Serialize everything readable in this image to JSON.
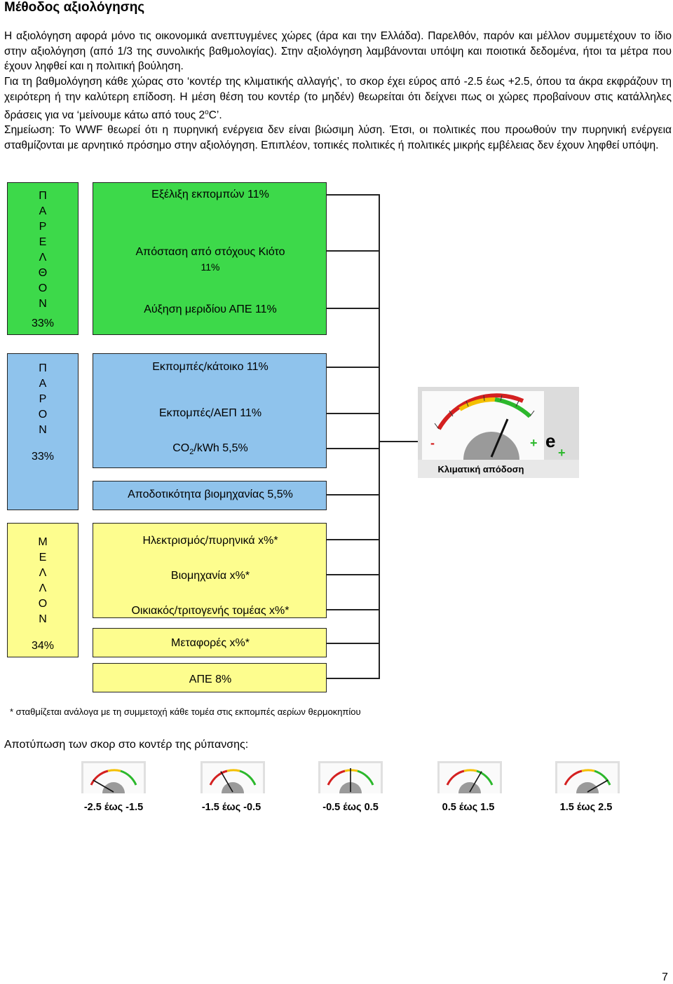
{
  "title": "Μέθοδος αξιολόγησης",
  "paragraphs": [
    "Η αξιολόγηση αφορά μόνο τις οικονομικά ανεπτυγμένες χώρες (άρα και την Ελλάδα). Παρελθόν, παρόν και μέλλον συμμετέχουν το ίδιο στην αξιολόγηση (από 1/3 της συνολικής βαθμολογίας). Στην αξιολόγηση λαμβάνονται υπόψη και ποιοτικά δεδομένα, ήτοι τα μέτρα που έχουν ληφθεί και η πολιτική βούληση.",
    "Για τη βαθμολόγηση κάθε χώρας στο ‘κοντέρ της κλιματικής αλλαγής’, το σκορ έχει εύρος από -2.5 έως +2.5, όπου τα άκρα εκφράζουν τη χειρότερη ή την καλύτερη επίδοση. Η μέση θέση του κοντέρ (το μηδέν) θεωρείται ότι δείχνει πως οι χώρες προβαίνουν στις κατάλληλες δράσεις για να ‘μείνουμε κάτω από τους 2",
    "Σημείωση: Το WWF θεωρεί ότι η πυρηνική ενέργεια δεν είναι βιώσιμη λύση. Έτσι, οι πολιτικές που προωθούν την πυρηνική ενέργεια σταθμίζονται με αρνητικό πρόσημο στην αξιολόγηση. Επιπλέον, τοπικές πολιτικές ή πολιτικές μικρής εμβέλειας δεν έχουν ληφθεί υπόψη."
  ],
  "degree_sup": "ο",
  "degree_tail": "C’.",
  "past": {
    "letters": [
      "Π",
      "Α",
      "Ρ",
      "Ε",
      "Λ",
      "Θ",
      "Ο",
      "Ν"
    ],
    "pct": "33%",
    "items": [
      "Εξέλιξη εκπομπών 11%",
      "Απόσταση από στόχους Κιότο",
      "11%",
      "Αύξηση μεριδίου ΑΠΕ 11%"
    ]
  },
  "present": {
    "letters": [
      "Π",
      "Α",
      "Ρ",
      "Ο",
      "Ν"
    ],
    "pct": "33%",
    "items": [
      "Εκπομπές/κάτοικο 11%",
      "Εκπομπές/ΑΕΠ 11%"
    ],
    "co2_prefix": "CO",
    "co2_sub": "2",
    "co2_suffix": "/kWh 5,5%",
    "efficiency": "Αποδοτικότητα βιομηχανίας 5,5%"
  },
  "future": {
    "letters": [
      "Μ",
      "Ε",
      "Λ",
      "Λ",
      "Ο",
      "Ν"
    ],
    "pct": "34%",
    "items": [
      "Ηλεκτρισμός/πυρηνικά x%*",
      "Βιομηχανία x%*",
      "Οικιακός/τριτογενής τομέας x%*",
      "Μεταφορές x%*"
    ],
    "renewables": "ΑΠΕ 8%"
  },
  "gauge": {
    "caption": "Κλιματική απόδοση",
    "minus": "-",
    "plus": "+",
    "logo": "e"
  },
  "footnote": "* σταθμίζεται ανάλογα με τη συμμετοχή κάθε τομέα στις εκπομπές αερίων θερμοκηπίου",
  "mapping_title": "Αποτύπωση των σκορ στο κοντέρ της ρύπανσης:",
  "ranges": [
    "-2.5 έως -1.5",
    "-1.5 έως -0.5",
    "-0.5 έως 0.5",
    "0.5 έως 1.5",
    "1.5 έως 2.5"
  ],
  "page_number": "7",
  "colors": {
    "green": "#3dd94a",
    "blue": "#8fc3ec",
    "yellow": "#fdfd8e"
  }
}
